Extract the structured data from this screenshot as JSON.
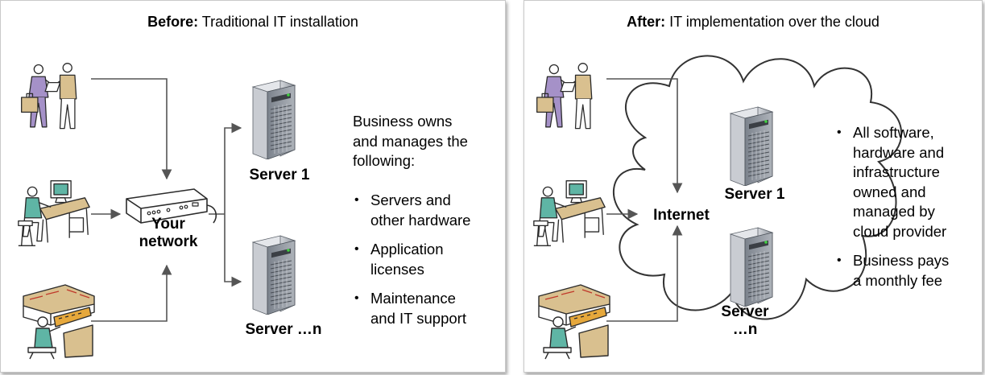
{
  "before": {
    "title_bold": "Before:",
    "title_rest": " Traditional IT installation",
    "device_label_line1": "Your",
    "device_label_line2": "network",
    "server1_label": "Server 1",
    "servern_label": "Server …n",
    "description_lines": [
      "Business owns",
      "and manages the",
      "following:"
    ],
    "items": [
      {
        "line1": "Servers and",
        "line2": "other hardware"
      },
      {
        "line1": "Application",
        "line2": "licenses"
      },
      {
        "line1": "Maintenance",
        "line2": "and IT support"
      }
    ]
  },
  "after": {
    "title_bold": "After:",
    "title_rest": " IT implementation over the cloud",
    "internet_label": "Internet",
    "server1_label": "Server 1",
    "servern_line1": "Server",
    "servern_line2": "…n",
    "items": [
      {
        "lines": [
          "All software,",
          "hardware and",
          "infrastructure",
          "owned and",
          "managed by",
          "cloud provider"
        ]
      },
      {
        "lines": [
          "Business pays",
          "a monthly fee"
        ]
      }
    ]
  },
  "colors": {
    "connector": "#555555",
    "server_body": "#b8bcc4",
    "server_front": "#6f7680",
    "led_green": "#3fd23f",
    "clipart_outline": "#2b2b2b",
    "clipart_purple": "#a591c8",
    "clipart_tan": "#d9c08f",
    "clipart_teal": "#5fb5a5"
  }
}
